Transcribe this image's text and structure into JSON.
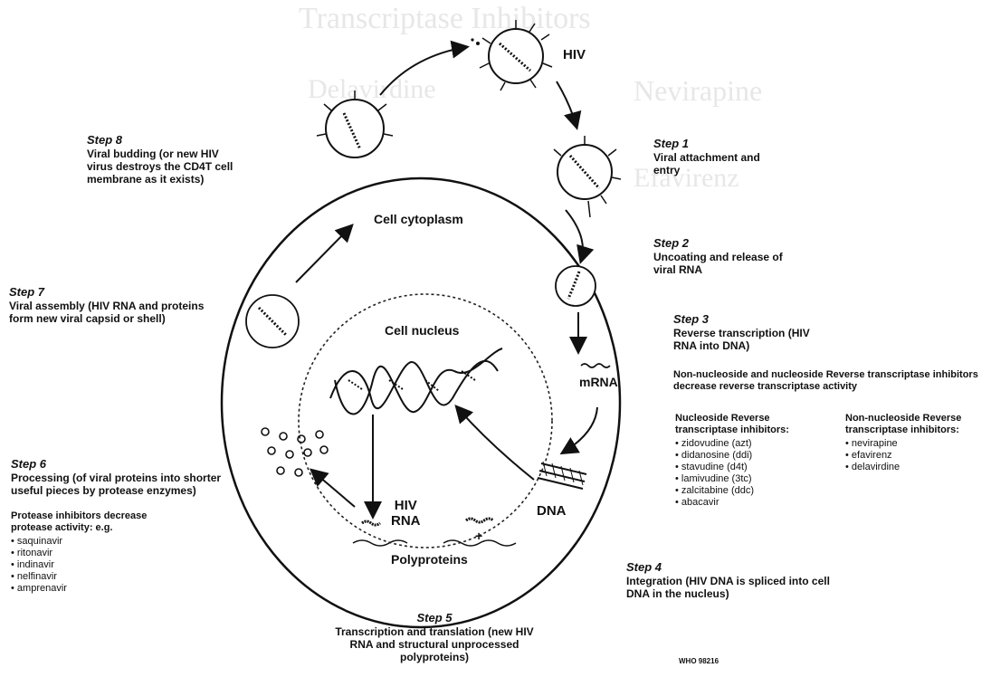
{
  "bleed_text": [
    "Transcriptase Inhibitors",
    "Nevirapine",
    "Delavirdine",
    "Efavirenz"
  ],
  "labels": {
    "hiv": "HIV",
    "cytoplasm": "Cell cytoplasm",
    "nucleus": "Cell nucleus",
    "mrna": "mRNA",
    "dna": "DNA",
    "hiv_rna": "HIV\nRNA",
    "plus": "+",
    "polyproteins": "Polyproteins",
    "credit": "WHO 98216"
  },
  "steps": {
    "s1": {
      "title": "Step 1",
      "desc": "Viral attachment and entry"
    },
    "s2": {
      "title": "Step 2",
      "desc": "Uncoating and release of viral RNA"
    },
    "s3": {
      "title": "Step 3",
      "desc": "Reverse transcription (HIV RNA into DNA)"
    },
    "s4": {
      "title": "Step 4",
      "desc": "Integration (HIV DNA is spliced into cell DNA in the nucleus)"
    },
    "s5": {
      "title": "Step 5",
      "desc": "Transcription and translation (new HIV RNA and structural unprocessed polyproteins)"
    },
    "s6": {
      "title": "Step 6",
      "desc": "Processing (of viral proteins into shorter useful pieces by protease enzymes)"
    },
    "s7": {
      "title": "Step 7",
      "desc": "Viral assembly (HIV RNA and proteins form new viral capsid or shell)"
    },
    "s8": {
      "title": "Step 8",
      "desc": "Viral budding (or new HIV virus destroys the CD4T cell membrane as it exists)"
    }
  },
  "rt_note": "Non-nucleoside and nucleoside Reverse transcriptase inhibitors decrease reverse transcriptase activity",
  "nrti": {
    "heading": "Nucleoside Reverse transcriptase inhibitors:",
    "items": [
      "zidovudine (azt)",
      "didanosine (ddi)",
      "stavudine (d4t)",
      "lamivudine (3tc)",
      "zalcitabine (ddc)",
      "abacavir"
    ]
  },
  "nnrti": {
    "heading": "Non-nucleoside Reverse transcriptase inhibitors:",
    "items": [
      "nevirapine",
      "efavirenz",
      "delavirdine"
    ]
  },
  "protease": {
    "heading": "Protease inhibitors decrease protease activity: e.g.",
    "items": [
      "saquinavir",
      "ritonavir",
      "indinavir",
      "nelfinavir",
      "amprenavir"
    ]
  }
}
